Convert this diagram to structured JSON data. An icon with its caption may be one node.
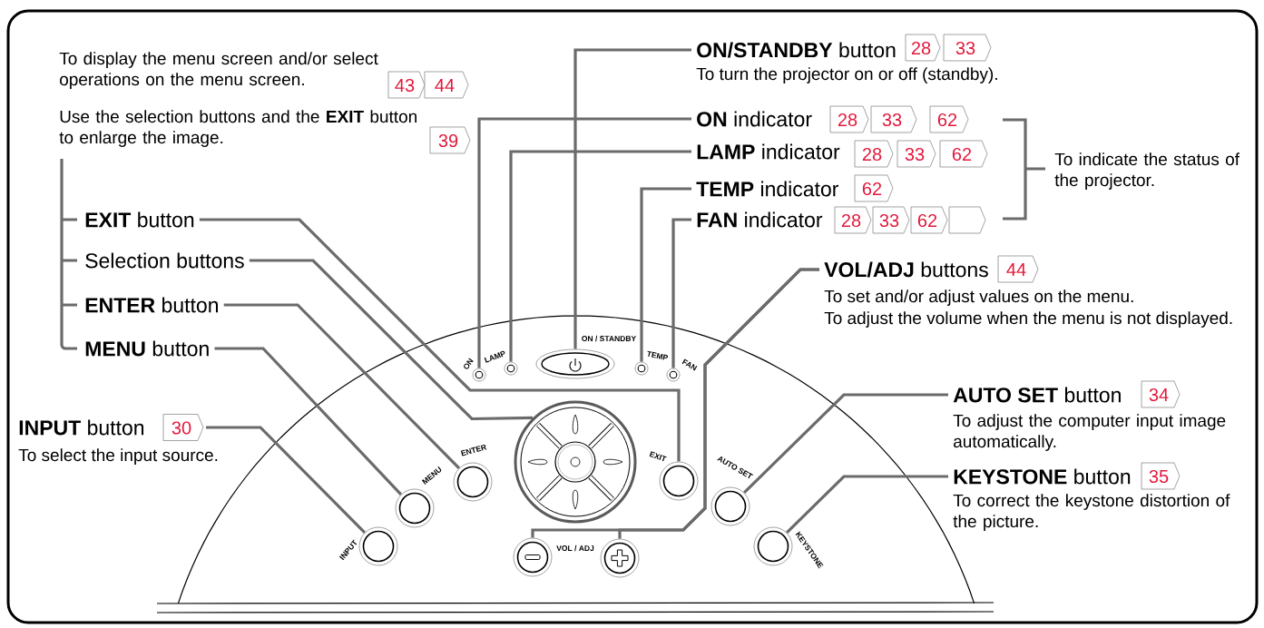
{
  "diagram": {
    "nodes": [
      {
        "text": [
          "To display the menu screen and/or select operations on the menu screen.",
          "43",
          "44"
        ]
      },
      {
        "text": [
          "Use the selection buttons and the **EXIT** button to enlarge the image.",
          "39"
        ]
      },
      {
        "text": [
          "**EXIT** button"
        ]
      },
      {
        "text": [
          "Selection buttons"
        ]
      },
      {
        "text": [
          "**ENTER** button"
        ]
      },
      {
        "text": [
          "**MENU** button"
        ]
      },
      {
        "text": [
          "**INPUT** button",
          "30",
          "To select the input source."
        ]
      },
      {
        "text": [
          "**ON/STANDBY** button",
          "28",
          "33",
          "To turn the projector on or off (standby)."
        ]
      },
      {
        "text": [
          "**ON** indicator",
          "28",
          "33",
          "62"
        ]
      },
      {
        "text": [
          "**LAMP** indicator",
          "28",
          "33",
          "62"
        ]
      },
      {
        "text": [
          "**TEMP** indicator",
          "62"
        ]
      },
      {
        "text": [
          "**FAN** indicator",
          "28",
          "33",
          "62"
        ]
      },
      {
        "text": [
          "**VOL/ADJ** buttons",
          "44",
          "To set and/or adjust values on the menu.",
          "To adjust the volume when the menu is not displayed."
        ]
      },
      {
        "text": [
          "**AUTO SET** button",
          "34",
          "To adjust the computer input image automatically."
        ]
      },
      {
        "text": [
          "**KEYSTONE** button",
          "35",
          "To correct the keystone distortion of the picture."
        ]
      },
      {
        "text": [],
        "shape": "circle",
        "beside": [
          "ON"
        ]
      },
      {
        "text": [],
        "shape": "circle",
        "beside": [
          "LAMP"
        ]
      },
      {
        "text": [],
        "shape": "ellipse",
        "beside": [
          "ON / STANDBY"
        ]
      },
      {
        "text": [],
        "shape": "circle",
        "beside": [
          "TEMP"
        ]
      },
      {
        "text": [],
        "shape": "circle",
        "beside": [
          "FAN"
        ]
      },
      {
        "text": [],
        "shape": "circle",
        "beside": [
          "INPUT"
        ]
      },
      {
        "text": [],
        "shape": "circle",
        "beside": [
          "MENU"
        ]
      },
      {
        "text": [],
        "shape": "circle",
        "beside": [
          "ENTER"
        ]
      },
      {
        "text": [],
        "shape": "circle"
      },
      {
        "text": [],
        "shape": "circle",
        "beside": [
          "EXIT"
        ]
      },
      {
        "text": [],
        "shape": "circle"
      },
      {
        "text": [],
        "shape": "circle"
      },
      {
        "text": [],
        "shape": "circle",
        "beside": [
          "AUTO SET"
        ]
      },
      {
        "text": [],
        "shape": "circle",
        "beside": [
          "KEYSTONE"
        ]
      }
    ],
    "edges": [
      {
        "from": 7,
        "to": 17,
        "arrow": "none"
      },
      {
        "from": 8,
        "to": 15,
        "arrow": "none"
      },
      {
        "from": 9,
        "to": 16,
        "arrow": "none"
      },
      {
        "from": 10,
        "to": 18,
        "arrow": "none"
      },
      {
        "from": 11,
        "to": 19,
        "arrow": "none"
      },
      {
        "from": 2,
        "to": 24,
        "arrow": "none"
      },
      {
        "from": 3,
        "to": 23,
        "arrow": "none"
      },
      {
        "from": 4,
        "to": 22,
        "arrow": "none"
      },
      {
        "from": 5,
        "to": 21,
        "arrow": "none"
      },
      {
        "from": 6,
        "to": 20,
        "arrow": "none"
      },
      {
        "from": 12,
        "to": 25,
        "arrow": "none"
      },
      {
        "from": 12,
        "to": 26,
        "arrow": "none"
      },
      {
        "from": 13,
        "to": 27,
        "arrow": "none"
      },
      {
        "from": 14,
        "to": 28,
        "arrow": "none"
      }
    ],
    "labels": [
      "To indicate the status of the projector.",
      "VOL / ADJ"
    ]
  }
}
